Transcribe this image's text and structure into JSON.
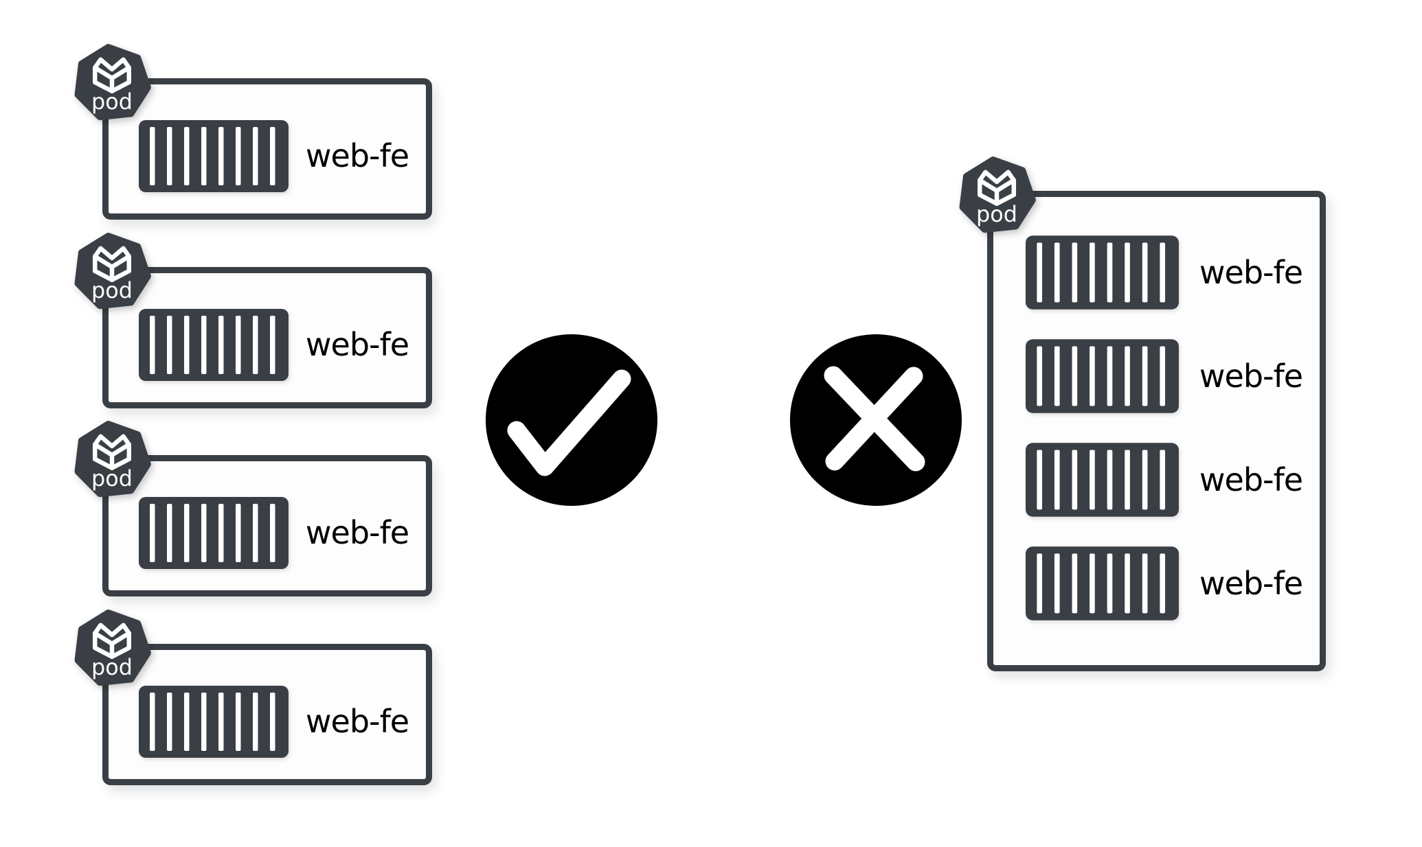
{
  "left_group": {
    "meaning": "approved-approach",
    "pods": [
      {
        "badge_label": "pod",
        "container_label": "web-fe"
      },
      {
        "badge_label": "pod",
        "container_label": "web-fe"
      },
      {
        "badge_label": "pod",
        "container_label": "web-fe"
      },
      {
        "badge_label": "pod",
        "container_label": "web-fe"
      }
    ]
  },
  "right_group": {
    "meaning": "rejected-approach",
    "pod": {
      "badge_label": "pod",
      "containers": [
        {
          "label": "web-fe"
        },
        {
          "label": "web-fe"
        },
        {
          "label": "web-fe"
        },
        {
          "label": "web-fe"
        }
      ]
    }
  },
  "icons": {
    "approve_icon": "checkmark-circle",
    "reject_icon": "cross-circle",
    "badge_icon": "cube-in-heptagon",
    "container_icon": "striped-container"
  },
  "colors": {
    "dark_gray": "#3a3f45",
    "icon_black": "#000000",
    "box_fill": "#fdfdfd",
    "label_text": "#000000",
    "badge_text": "#ffffff"
  }
}
